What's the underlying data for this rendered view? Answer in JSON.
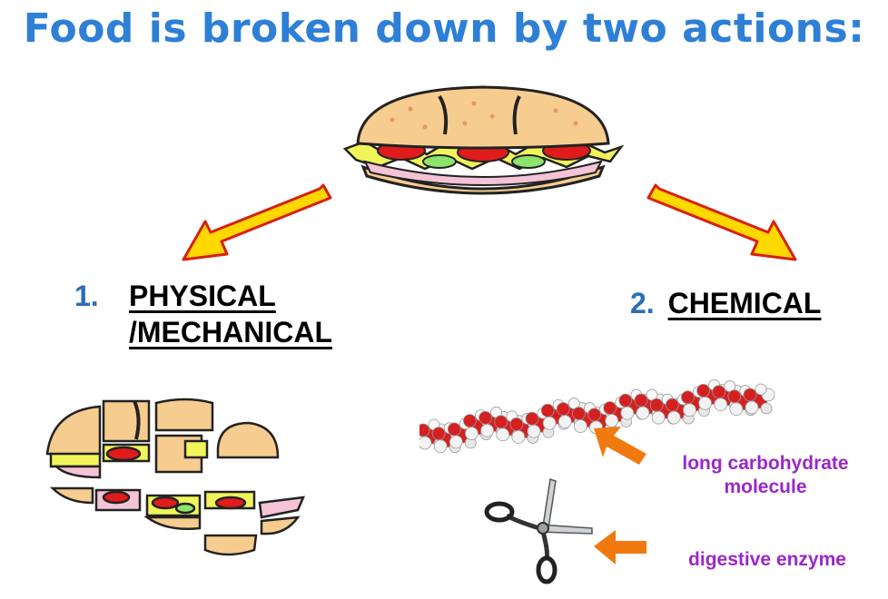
{
  "title": "Food is broken down by two actions:",
  "physical": {
    "number": "1.",
    "line1": "PHYSICAL",
    "line2": "/MECHANICAL"
  },
  "chemical": {
    "number": "2.",
    "label": "CHEMICAL"
  },
  "annotations": {
    "molecule_line1": "long carbohydrate",
    "molecule_line2": "molecule",
    "enzyme": "digestive enzyme"
  },
  "colors": {
    "title": "#2e7fd6",
    "number": "#2a6fb8",
    "annotation": "#9b27c9",
    "arrow_fill": "#ffd800",
    "arrow_stroke": "#d8200e",
    "pointer": "#f07a10"
  },
  "icons": [
    "sandwich-icon",
    "arrow-left-icon",
    "arrow-right-icon",
    "broken-sandwich-icon",
    "carbohydrate-molecule-icon",
    "scissors-icon",
    "pointer-arrow-icon"
  ]
}
